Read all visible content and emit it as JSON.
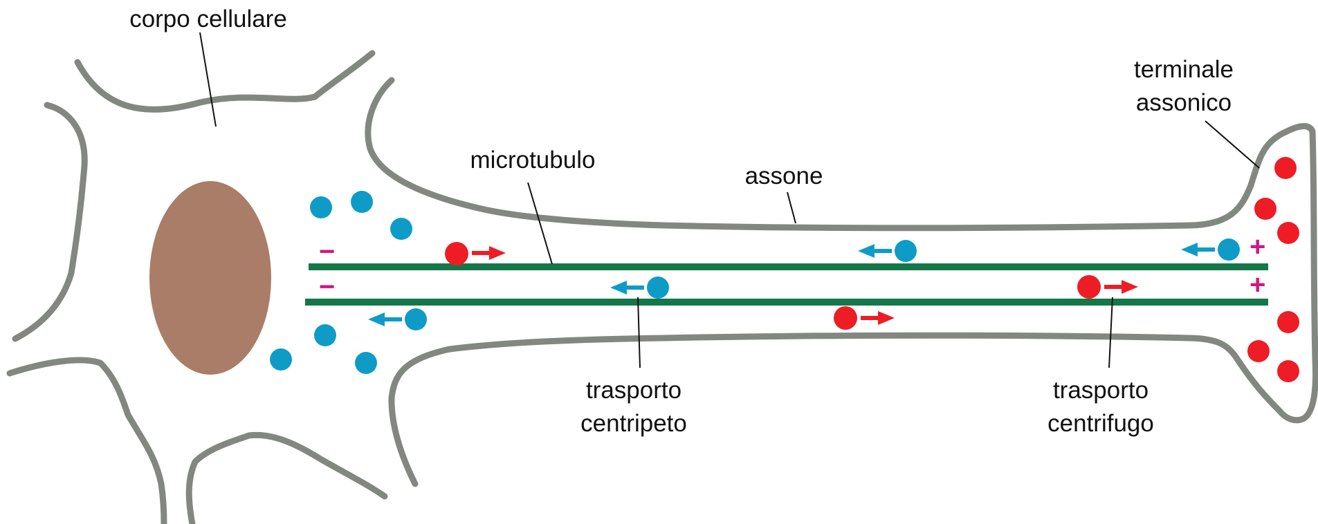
{
  "labels": {
    "cell_body": "corpo cellulare",
    "microtubule": "microtubulo",
    "axon": "assone",
    "axon_terminal_line1": "terminale",
    "axon_terminal_line2": "assonico",
    "retrograde_line1": "trasporto",
    "retrograde_line2": "centripeto",
    "anterograde_line1": "trasporto",
    "anterograde_line2": "centrifugo"
  },
  "polarity": {
    "minus": "−",
    "plus": "+"
  },
  "colors": {
    "membrane": "#838781",
    "nucleus": "#a97d68",
    "microtubule": "#13774a",
    "retrograde_vesicle": "#0e9cc7",
    "anterograde_vesicle": "#ee1c25",
    "polarity_sign": "#d0177e"
  }
}
